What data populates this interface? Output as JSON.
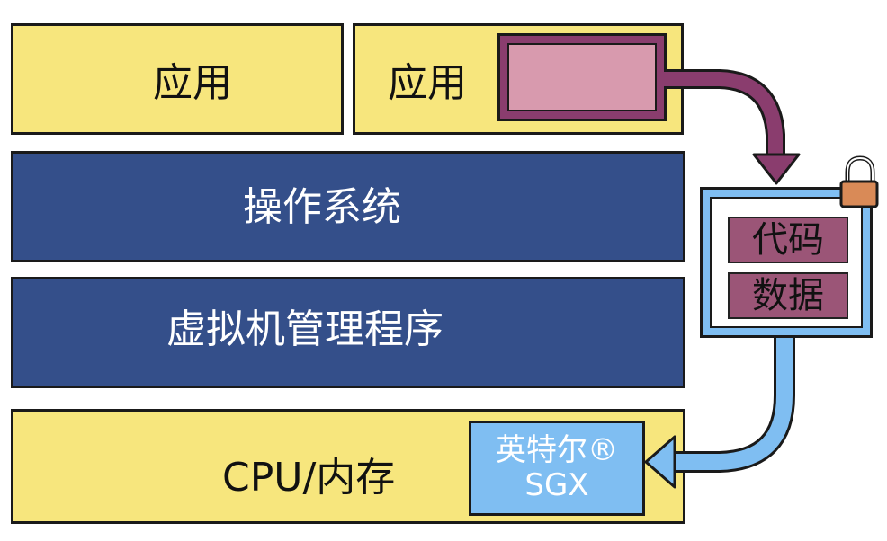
{
  "apps": [
    {
      "label": "应用"
    },
    {
      "label": "应用"
    }
  ],
  "layers": {
    "os": "操作系统",
    "hypervisor": "虚拟机管理程序",
    "hardware": "CPU/内存"
  },
  "enclave": {
    "code": "代码",
    "data": "数据"
  },
  "sgx": {
    "line1": "英特尔®",
    "line2": "SGX"
  },
  "colors": {
    "app_yellow": "#f7e67d",
    "layer_navy": "#344f8a",
    "secret_pink": "#d89aae",
    "secret_frame": "#8a3d6e",
    "enclave_blue": "#7fbef2",
    "lock_orange": "#d98a57"
  },
  "icons": {
    "lock": "padlock-icon",
    "arrows": [
      "curved-arrow-icon",
      "curved-arrow-icon"
    ]
  }
}
